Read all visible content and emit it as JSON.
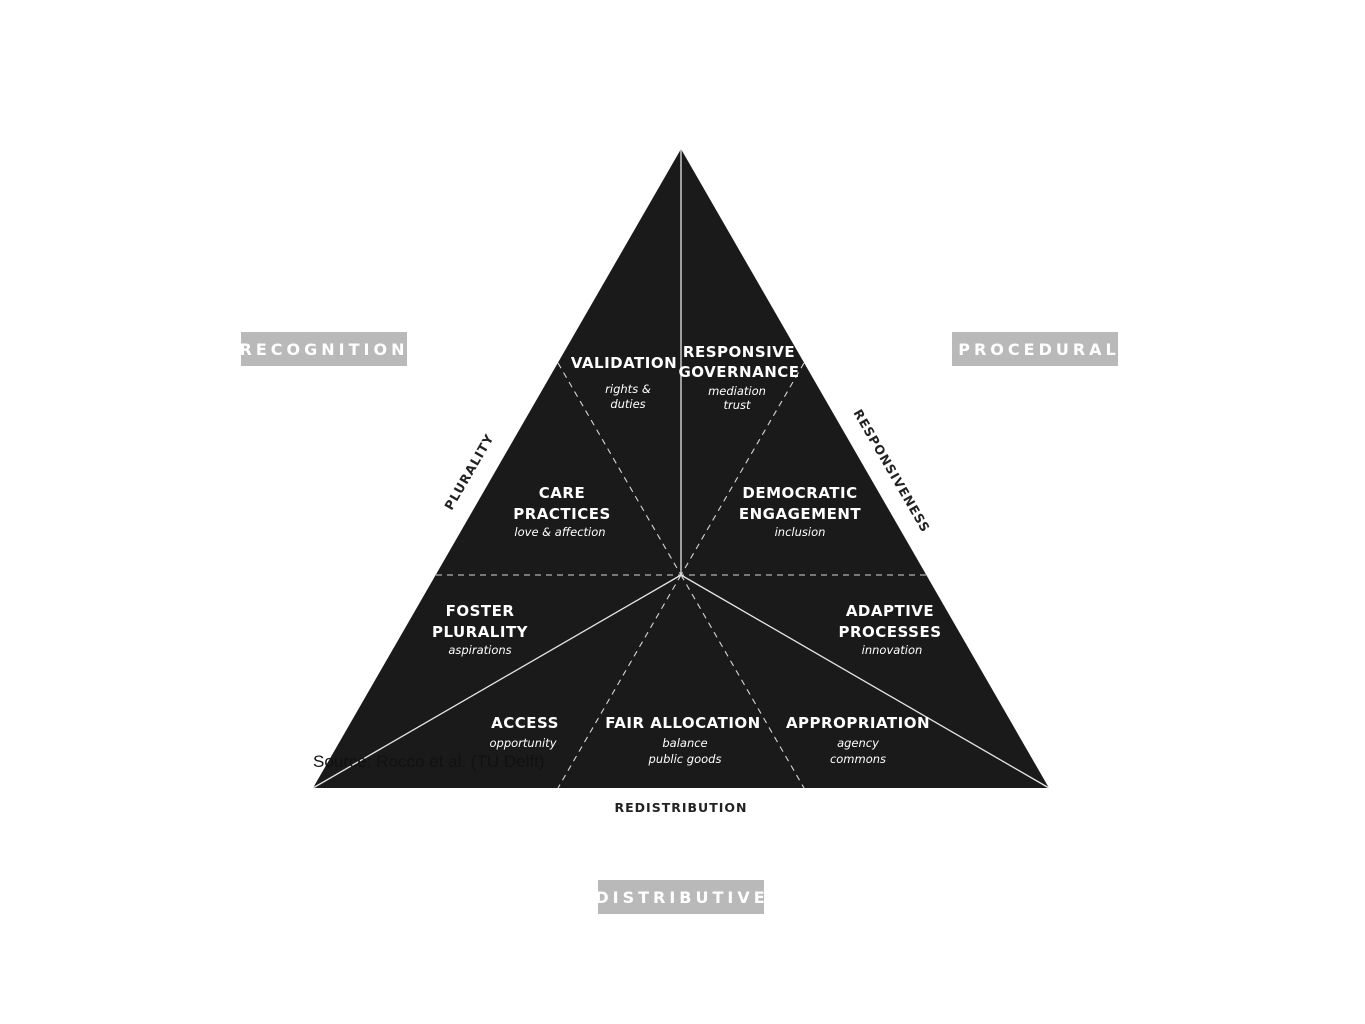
{
  "categories": {
    "recognition": "RECOGNITION",
    "procedural": "PROCEDURAL",
    "distributive": "DISTRIBUTIVE"
  },
  "edges": {
    "left": "PLURALITY",
    "right": "RESPONSIVENESS",
    "bottom": "REDISTRIBUTION"
  },
  "segments": {
    "validation": {
      "title": [
        "VALIDATION"
      ],
      "sub": [
        "rights &",
        "duties"
      ]
    },
    "responsive_governance": {
      "title": [
        "RESPONSIVE",
        "GOVERNANCE"
      ],
      "sub": [
        "mediation",
        "trust"
      ]
    },
    "care_practices": {
      "title": [
        "CARE",
        "PRACTICES"
      ],
      "sub": [
        "love & affection"
      ]
    },
    "democratic_engagement": {
      "title": [
        "DEMOCRATIC",
        "ENGAGEMENT"
      ],
      "sub": [
        "inclusion"
      ]
    },
    "foster_plurality": {
      "title": [
        "FOSTER",
        "PLURALITY"
      ],
      "sub": [
        "aspirations"
      ]
    },
    "adaptive_processes": {
      "title": [
        "ADAPTIVE",
        "PROCESSES"
      ],
      "sub": [
        "innovation"
      ]
    },
    "access": {
      "title": [
        "ACCESS"
      ],
      "sub": [
        "opportunity"
      ]
    },
    "fair_allocation": {
      "title": [
        "FAIR ALLOCATION"
      ],
      "sub": [
        "balance",
        "public goods"
      ]
    },
    "appropriation": {
      "title": [
        "APPROPRIATION"
      ],
      "sub": [
        "agency",
        "commons"
      ]
    }
  },
  "source": "Source: Rocco et al. (TU Delft)",
  "colors": {
    "triangle": "#1b1a1a",
    "category_box": "#b9b9b9",
    "lines": "#e6e6e6"
  }
}
